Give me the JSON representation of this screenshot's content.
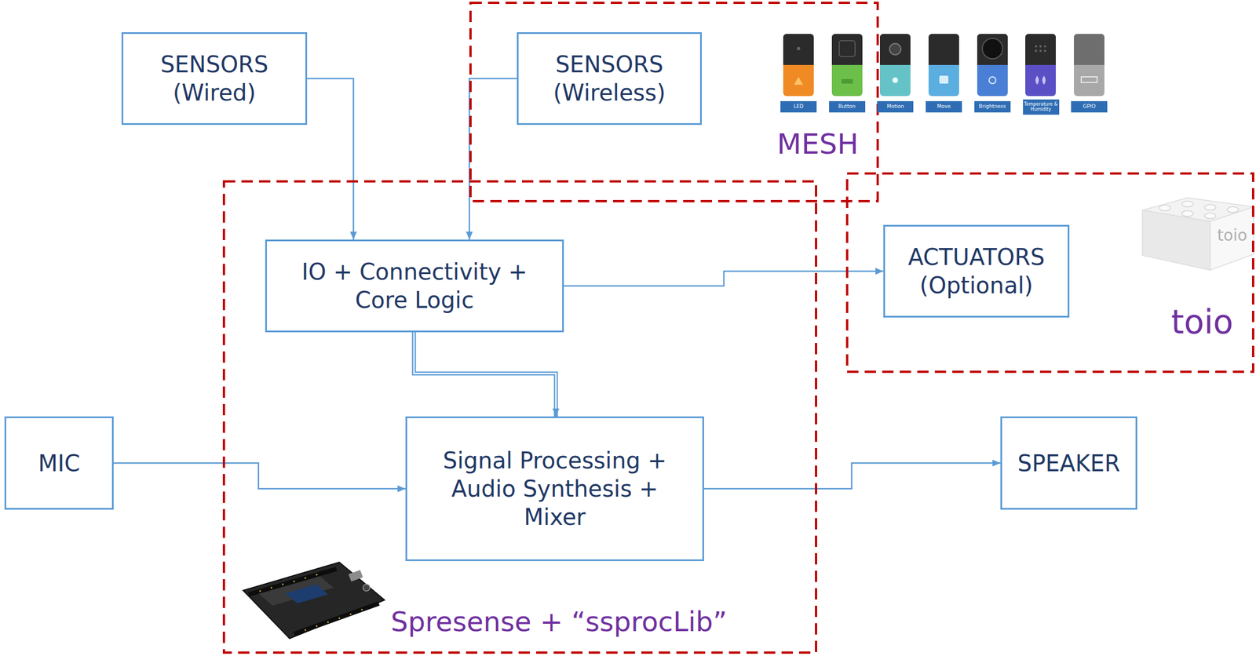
{
  "diagram": {
    "nodes": [
      {
        "text": [
          "SENSORS (Wired)"
        ]
      },
      {
        "text": [
          "MESH"
        ]
      },
      {
        "text": [
          "SENSORS (Wireless)"
        ],
        "in": 1
      },
      {
        "text": [
          "Spresense + “ssprocLib”"
        ]
      },
      {
        "text": [
          "IO + Connectivity + Core Logic"
        ],
        "in": 3
      },
      {
        "text": [
          "toio"
        ]
      },
      {
        "text": [
          "ACTUATORS (Optional)"
        ],
        "in": 5
      },
      {
        "text": [
          "MIC"
        ]
      },
      {
        "text": [
          "Signal Processing + Audio Synthesis + Mixer"
        ],
        "in": 3
      },
      {
        "text": [
          "SPEAKER"
        ]
      }
    ],
    "edges": [
      {
        "from": 0,
        "to": 4,
        "arrow": "to"
      },
      {
        "from": 2,
        "to": 4,
        "arrow": "to"
      },
      {
        "from": 4,
        "to": 6,
        "arrow": "to"
      },
      {
        "from": 4,
        "to": 8,
        "arrow": "to"
      },
      {
        "from": 7,
        "to": 8,
        "arrow": "to"
      },
      {
        "from": 8,
        "to": 9,
        "arrow": "to"
      }
    ],
    "labels": [
      "LED",
      "Button",
      "Motion",
      "Move",
      "Brightness",
      "Temperature & Humidity",
      "GPIO",
      "toio"
    ]
  }
}
